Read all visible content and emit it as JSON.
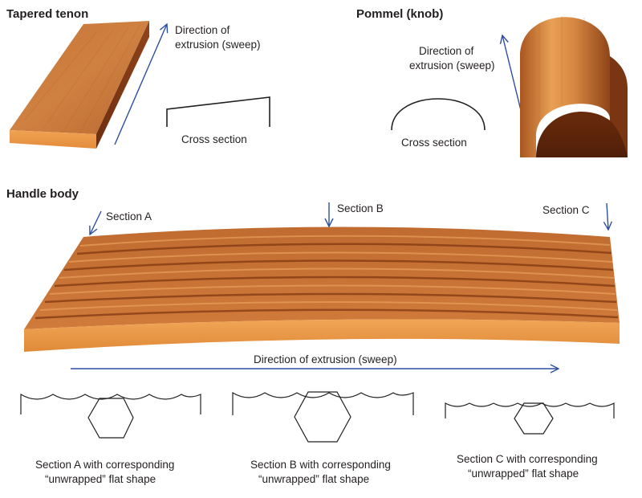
{
  "tenon": {
    "title": "Tapered tenon",
    "direction_line1": "Direction of",
    "direction_line2": "extrusion (sweep)",
    "cross_section": "Cross section"
  },
  "pommel": {
    "title": "Pommel (knob)",
    "direction_line1": "Direction of",
    "direction_line2": "extrusion (sweep)",
    "cross_section": "Cross section"
  },
  "handle": {
    "title": "Handle body",
    "section_a": "Section A",
    "section_b": "Section B",
    "section_c": "Section C",
    "direction": "Direction of extrusion (sweep)"
  },
  "sections": [
    {
      "line1": "Section A with corresponding",
      "line2": "“unwrapped” flat shape"
    },
    {
      "line1": "Section B with corresponding",
      "line2": "“unwrapped” flat shape"
    },
    {
      "line1": "Section C with corresponding",
      "line2": "“unwrapped” flat shape"
    }
  ],
  "colors": {
    "arrow": "#2e4f9e",
    "wood_top": "#c8763a",
    "wood_side": "#e58d3a",
    "wood_dark": "#8a3e16",
    "line": "#231f20"
  }
}
